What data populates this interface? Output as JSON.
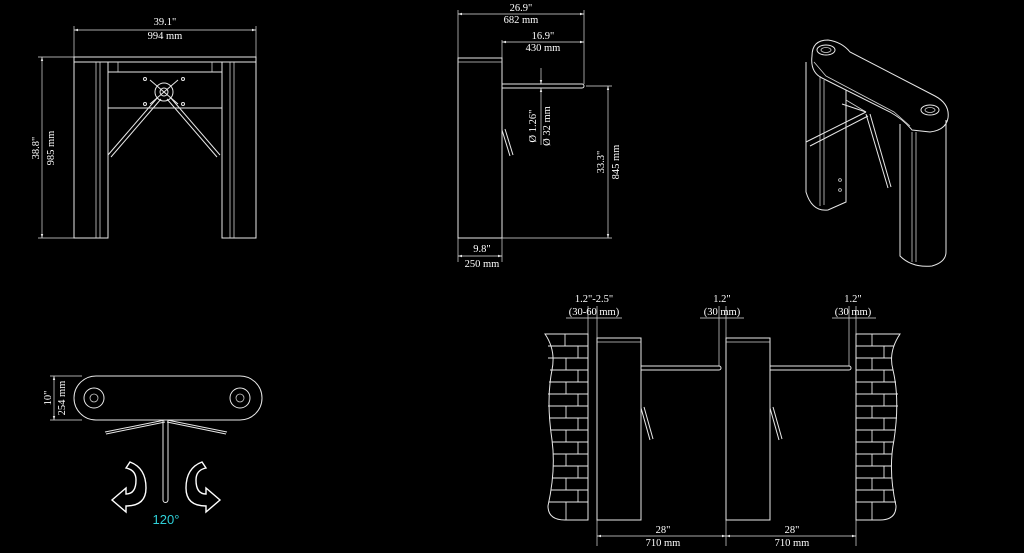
{
  "front_view": {
    "width_in": "39.1\"",
    "width_mm": "994 mm",
    "height_in": "38.8\"",
    "height_mm": "985 mm"
  },
  "side_view": {
    "total_in": "26.9\"",
    "total_mm": "682 mm",
    "arm_in": "16.9\"",
    "arm_mm": "430 mm",
    "dia_in": "Ø 1.26\"",
    "dia_mm": "Ø 32 mm",
    "height_in": "33.3\"",
    "height_mm": "845 mm",
    "base_in": "9.8\"",
    "base_mm": "250 mm"
  },
  "top_view": {
    "width_in": "10\"",
    "width_mm": "254 mm",
    "rotation": "120°"
  },
  "lane_view": {
    "gap_left_in": "1.2\"-2.5\"",
    "gap_left_mm": "(30-60 mm)",
    "gap_mid_in": "1.2\"",
    "gap_mid_mm": "(30 mm)",
    "gap_right_in": "1.2\"",
    "gap_right_mm": "(30 mm)",
    "lane1_in": "28\"",
    "lane1_mm": "710 mm",
    "lane2_in": "28\"",
    "lane2_mm": "710 mm"
  },
  "colors": {
    "background": "#000000",
    "line": "#e8e8e8",
    "accent": "#2fd0d8"
  }
}
